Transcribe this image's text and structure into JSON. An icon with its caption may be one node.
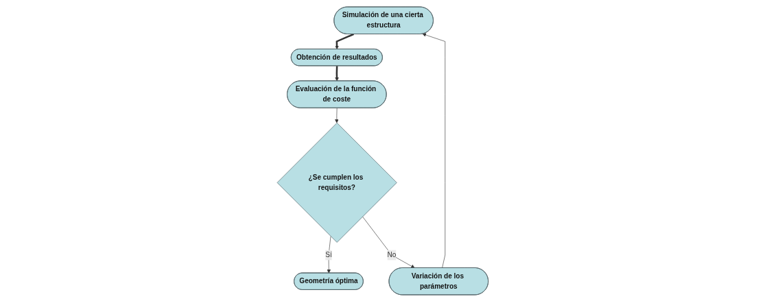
{
  "diagram": {
    "nodes": [
      {
        "text": [
          "Simulación de una cierta estructura"
        ]
      },
      {
        "text": [
          "Obtención de resultados"
        ]
      },
      {
        "text": [
          "Evaluación de la función de coste"
        ]
      },
      {
        "text": [
          "¿Se cumplen los requisitos?"
        ]
      },
      {
        "text": [
          "Geometría óptima"
        ]
      },
      {
        "text": [
          "Variación de los parámetros"
        ]
      }
    ],
    "edges": [
      {
        "from": 0,
        "to": 1,
        "arrow": "to",
        "style": "thick"
      },
      {
        "from": 1,
        "to": 2,
        "arrow": "to",
        "style": "thick"
      },
      {
        "from": 2,
        "to": 3,
        "arrow": "to"
      },
      {
        "from": 3,
        "to": 4,
        "arrow": "to",
        "label": "Sí"
      },
      {
        "from": 3,
        "to": 5,
        "arrow": "to",
        "label": "No"
      },
      {
        "from": 5,
        "to": 0,
        "arrow": "to"
      }
    ]
  }
}
